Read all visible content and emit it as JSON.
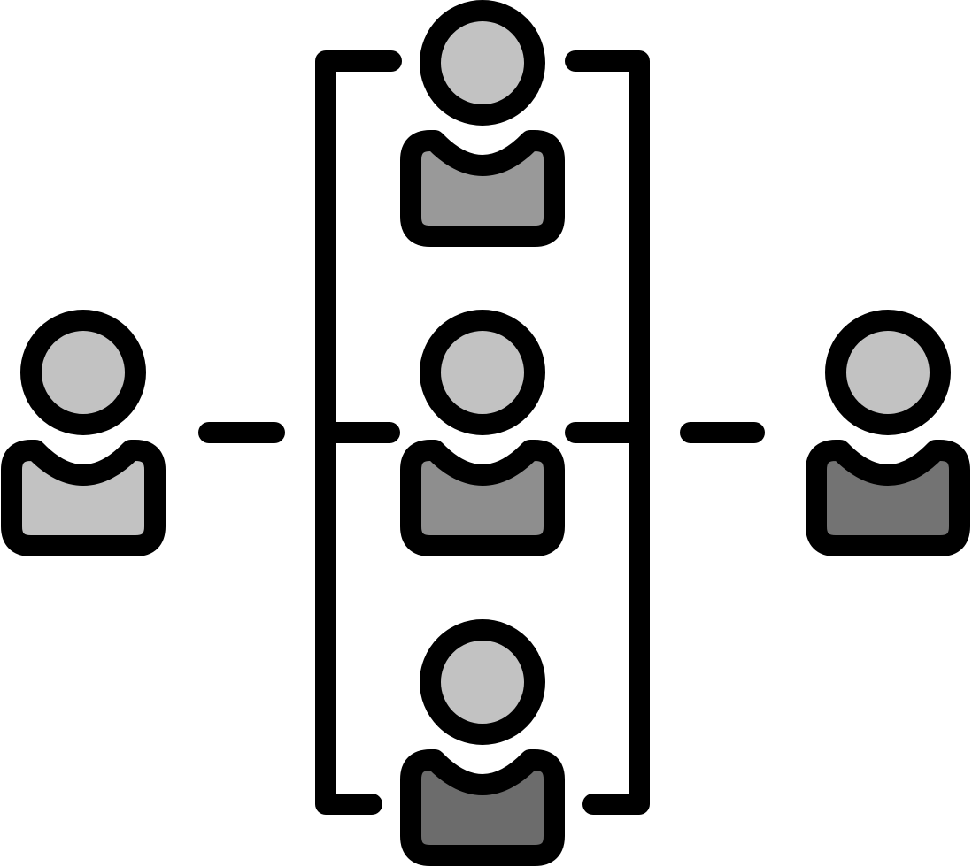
{
  "icon": {
    "name": "team-network-icon",
    "stroke_color": "#000000",
    "background": "#ffffff"
  },
  "people": [
    {
      "id": "left",
      "head_color": "#c2c2c2",
      "body_color": "#c2c2c2"
    },
    {
      "id": "top",
      "head_color": "#c2c2c2",
      "body_color": "#999999"
    },
    {
      "id": "middle",
      "head_color": "#c2c2c2",
      "body_color": "#8e8e8e"
    },
    {
      "id": "bottom",
      "head_color": "#c2c2c2",
      "body_color": "#6c6c6c"
    },
    {
      "id": "right",
      "head_color": "#c2c2c2",
      "body_color": "#737373"
    }
  ]
}
